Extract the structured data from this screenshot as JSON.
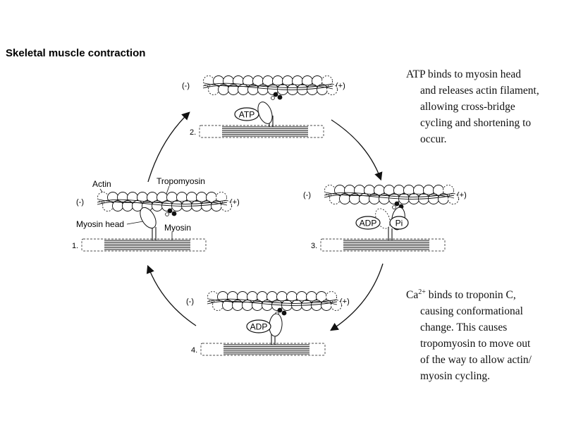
{
  "title": "Skeletal muscle contraction",
  "labels": {
    "minus": "(-)",
    "plus": "(+)",
    "actin": "Actin",
    "tropomyosin": "Tropomyosin",
    "myosin_head": "Myosin head",
    "myosin": "Myosin"
  },
  "steps": [
    "1.",
    "2.",
    "3.",
    "4."
  ],
  "molecules": {
    "atp": "ATP",
    "adp": "ADP",
    "pi": "Pi"
  },
  "notes": {
    "atp": [
      "ATP binds to myosin head",
      "and releases actin filament,",
      "allowing cross-bridge",
      "cycling and shortening to",
      "occur."
    ],
    "ca_prefix": "Ca",
    "ca_super": "2+",
    "ca": [
      " binds to troponin C,",
      "causing conformational",
      "change. This causes",
      "tropomyosin to move out",
      "of the way to allow actin/",
      "myosin cycling."
    ]
  }
}
